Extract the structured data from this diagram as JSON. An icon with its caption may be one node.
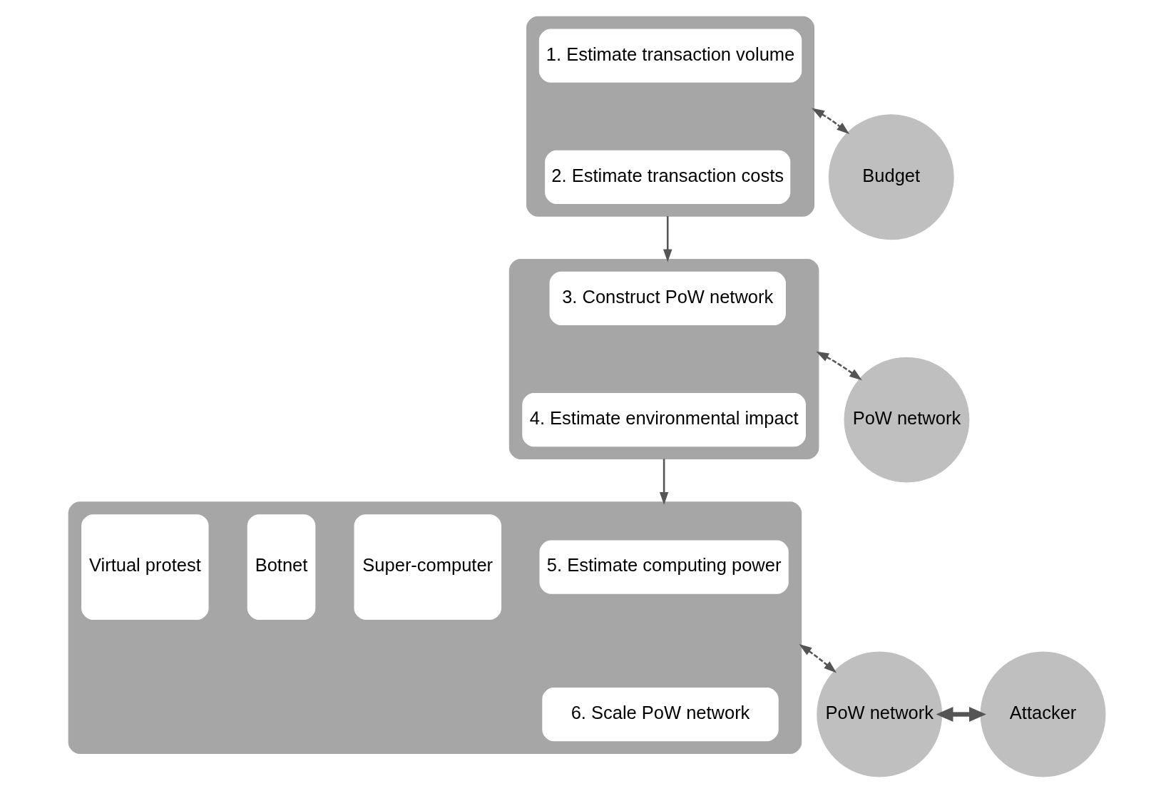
{
  "diagram": {
    "nodes": [
      {
        "text": [],
        "shape": "box"
      },
      {
        "text": [
          "1. Estimate transaction volume"
        ],
        "in": 0
      },
      {
        "text": [
          "2. Estimate transaction costs"
        ],
        "in": 0
      },
      {
        "text": [],
        "shape": "box"
      },
      {
        "text": [
          "3. Construct PoW network"
        ],
        "in": 3
      },
      {
        "text": [
          "4. Estimate environmental impact"
        ],
        "in": 3
      },
      {
        "text": [],
        "shape": "box"
      },
      {
        "text": [
          "5. Estimate computing power"
        ],
        "in": 6
      },
      {
        "text": [
          "6. Scale PoW network"
        ],
        "in": 6
      },
      {
        "text": [
          "Super-computer"
        ],
        "in": 6
      },
      {
        "text": [
          "Botnet"
        ],
        "in": 6
      },
      {
        "text": [
          "Virtual protest"
        ],
        "in": 6
      },
      {
        "text": [
          "Budget"
        ]
      },
      {
        "text": [
          "PoW network"
        ]
      },
      {
        "text": [
          "PoW network"
        ]
      },
      {
        "text": [
          "Attacker"
        ]
      }
    ],
    "edges": [
      {
        "from": 0,
        "to": 3,
        "arrow": "to"
      },
      {
        "from": 3,
        "to": 6,
        "arrow": "to"
      },
      {
        "from": 0,
        "to": 12,
        "arrow": "both",
        "style": "dashed"
      },
      {
        "from": 3,
        "to": 13,
        "arrow": "both",
        "style": "dashed"
      },
      {
        "from": 6,
        "to": 14,
        "arrow": "both",
        "style": "dashed"
      },
      {
        "from": 14,
        "to": 15,
        "arrow": "both",
        "style": "thick"
      }
    ]
  }
}
